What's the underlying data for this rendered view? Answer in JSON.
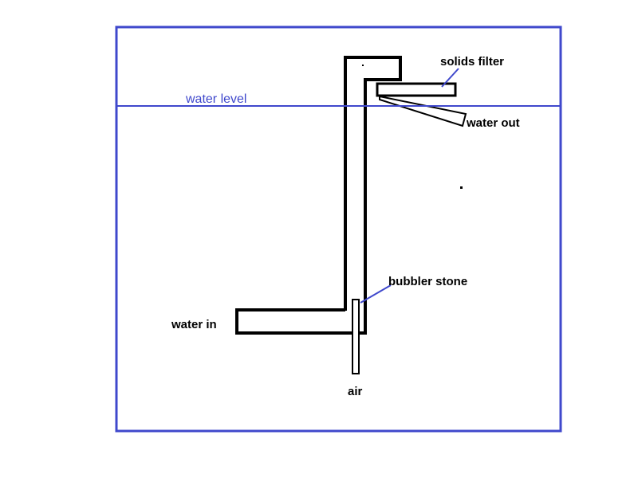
{
  "colors": {
    "outline": "#3f48cc",
    "pipe": "#000000",
    "background": "#ffffff"
  },
  "labels": {
    "solids_filter": "solids filter",
    "water_level": "water level",
    "water_out": "water out",
    "bubbler_stone": "bubbler stone",
    "water_in": "water in",
    "air": "air"
  }
}
